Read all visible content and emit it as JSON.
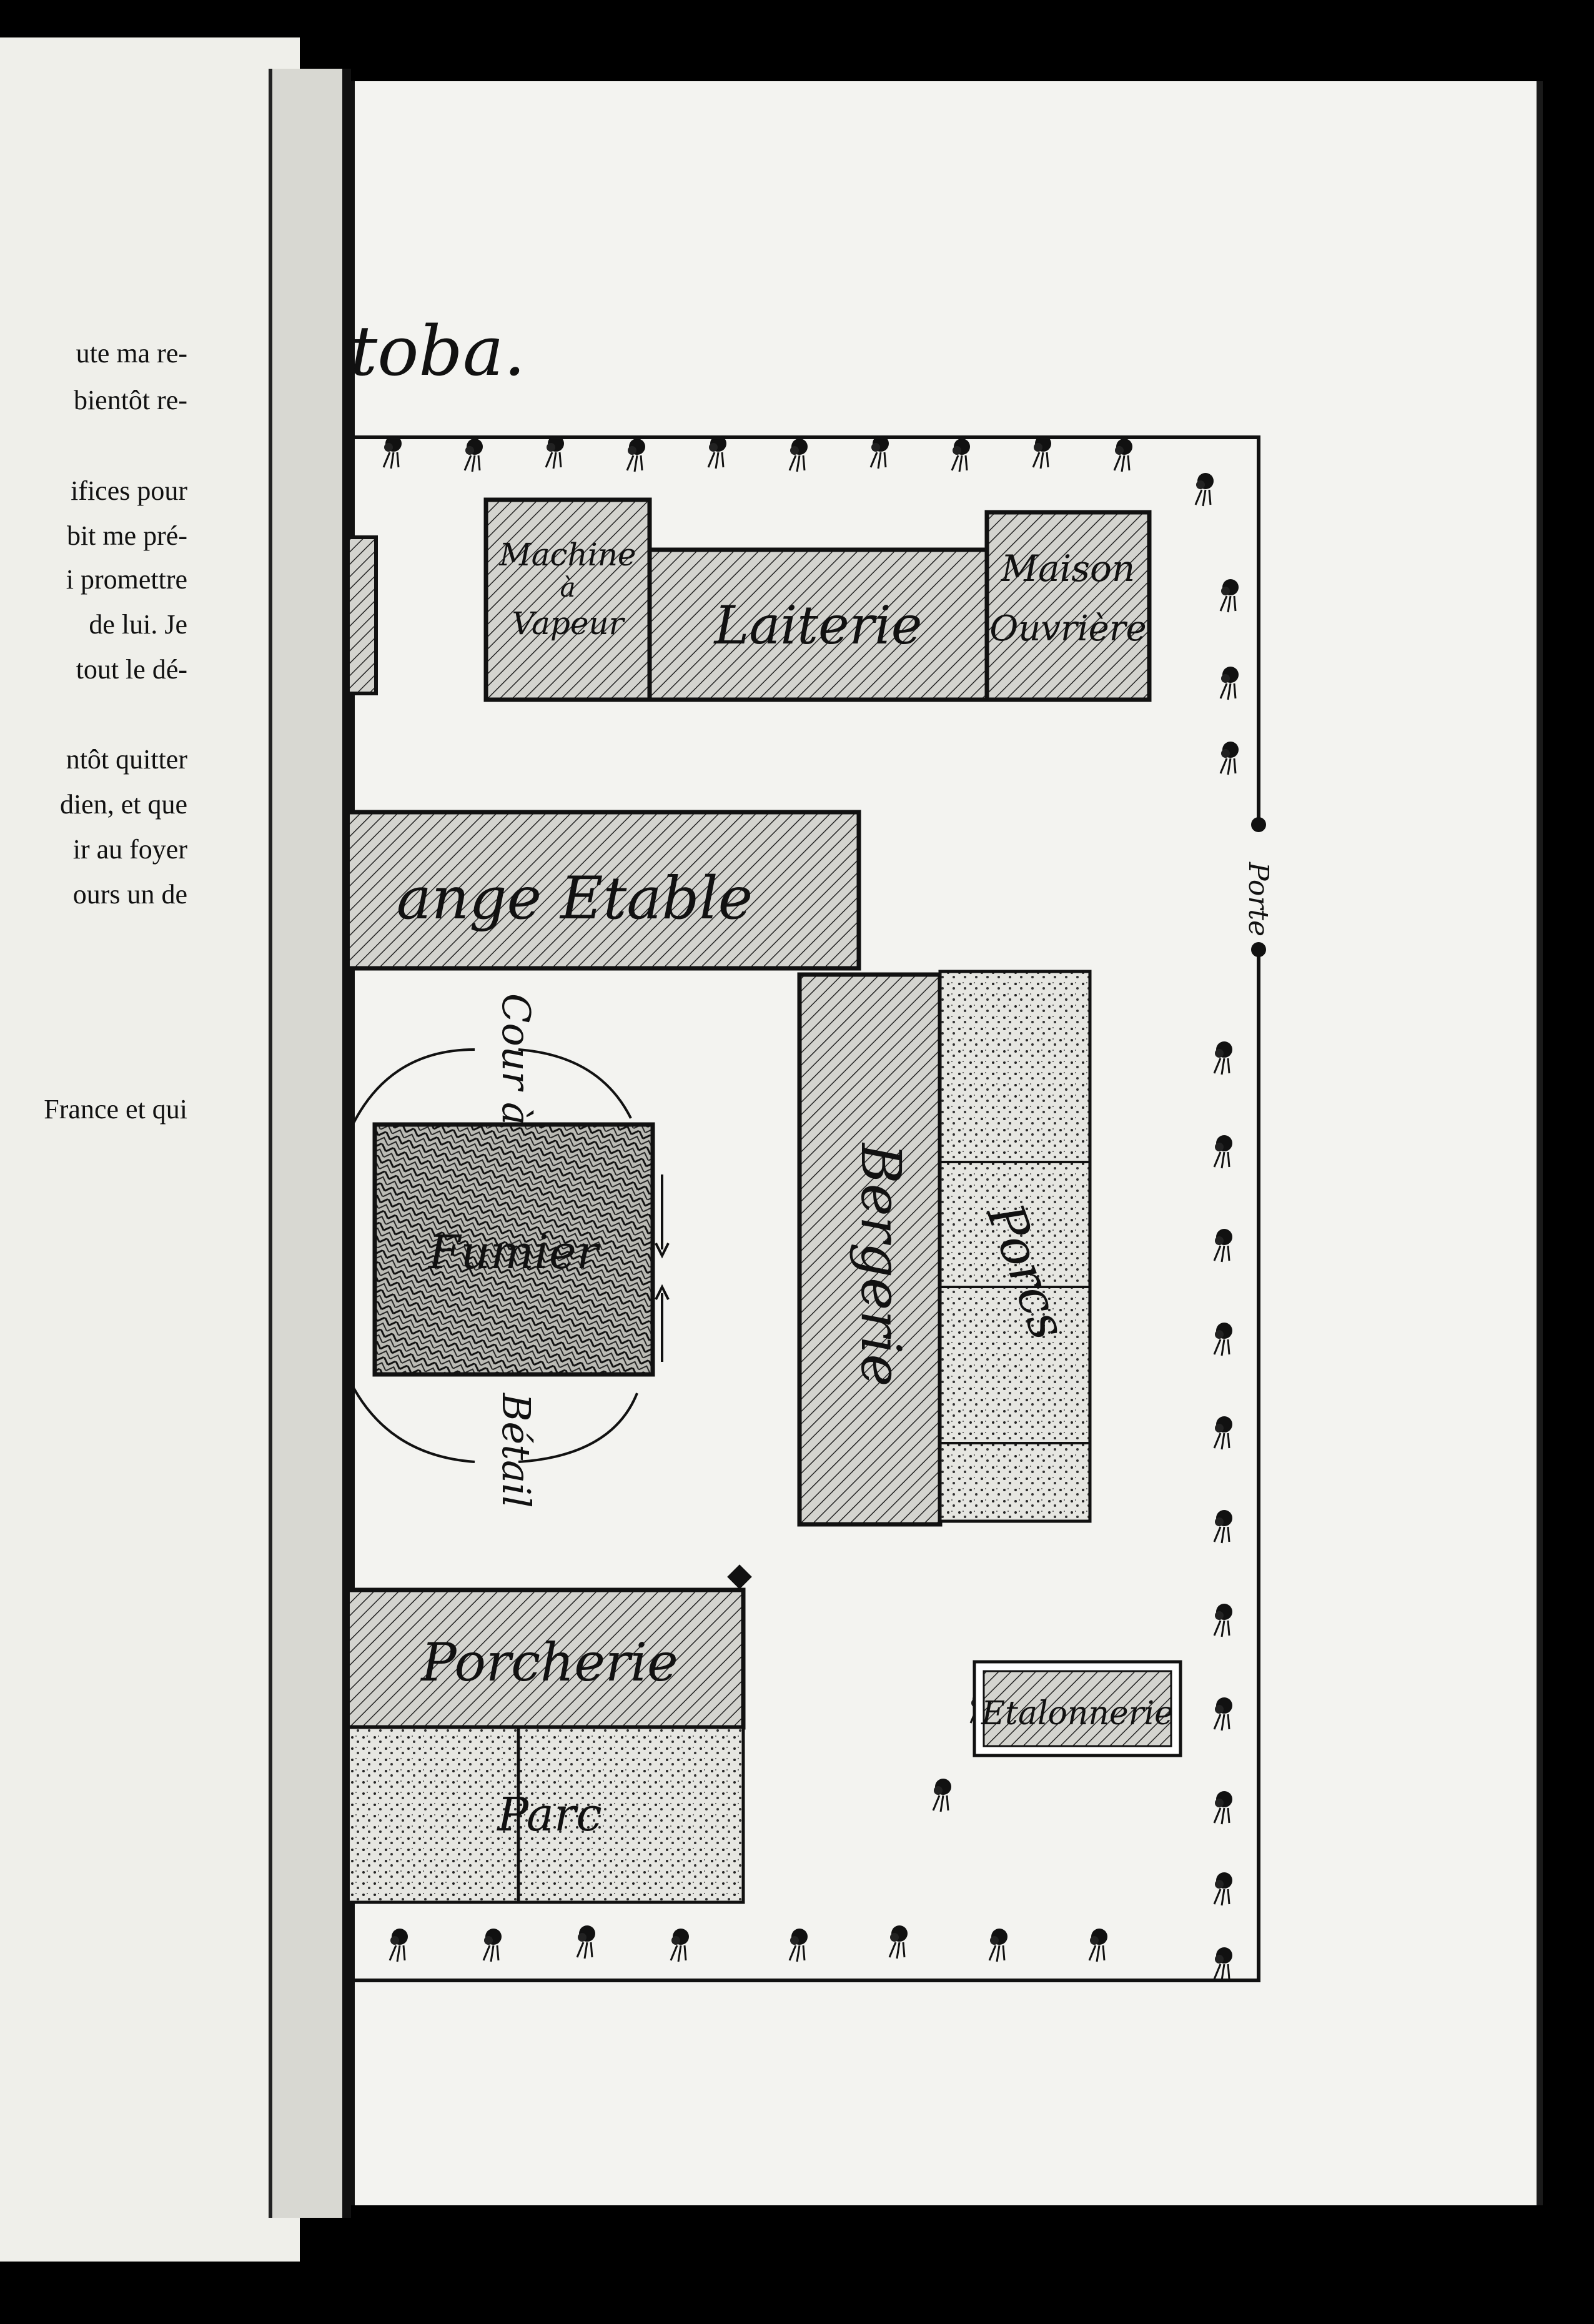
{
  "left_page": {
    "lines": [
      "ute ma re-",
      "bientôt re-",
      "ifices pour",
      "bit me pré-",
      "i promettre",
      "de lui. Je",
      "tout le dé-",
      "ntôt quitter",
      "dien, et que",
      "ir au foyer",
      "ours un de",
      "France et qui"
    ]
  },
  "map": {
    "title_fragment": "toba.",
    "buildings": {
      "machine": [
        "Machine",
        "à",
        "Vapeur"
      ],
      "laiterie": "Laiterie",
      "maison": [
        "Maison",
        "Ouvrière"
      ],
      "grange_etable": "ange Etable",
      "bergerie": "Bergerie",
      "porcs": "Porcs",
      "fumier": "Fumier",
      "cour": "Cour à",
      "betail": "Bétail",
      "porcherie": "Porcherie",
      "parc": "Parc",
      "etalonnerie": "Etalonnerie"
    },
    "porte": "Porte"
  }
}
